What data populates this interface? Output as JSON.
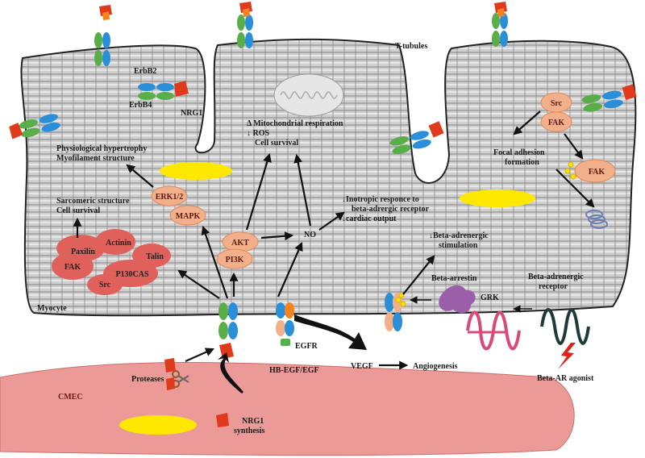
{
  "labels": {
    "t_tubules": "T-tubules",
    "erbb2": "ErbB2",
    "erbb4": "ErbB4",
    "nrg1": "NRG1",
    "mito_1": "Δ Mitochondrial respiration",
    "mito_2": "↓ ROS",
    "mito_3": "Cell survival",
    "hyper_1": "Physiological hypertrophy",
    "hyper_2": "Myofilament structure",
    "sarc_1": "Sarcomeric structure",
    "sarc_2": "Cell survival",
    "inotropic_1": "↓Inotropic responce to",
    "inotropic_2": "beta-adrergic receptor",
    "inotropic_3": "↓cardiac output",
    "no": "NO",
    "beta_stim_1": "↓Beta-adrenergic",
    "beta_stim_2": "stimulation",
    "focal_1": "Focal adhesion",
    "focal_2": "formation",
    "myocyte": "Myocyte",
    "beta_arrestin": "Beta-arrestin",
    "grk": "GRK",
    "beta_receptor_1": "Beta-adrenergic",
    "beta_receptor_2": "receptor",
    "egfr": "EGFR",
    "hb_egf": "HB-EGF/EGF",
    "vegf": "VEGF",
    "angiogenesis": "Angiogenesis",
    "beta_agonist": "Beta-AR agonist",
    "proteases": "Proteases",
    "cmec": "CMEC",
    "nrg1_synth_1": "NRG1",
    "nrg1_synth_2": "synthesis"
  },
  "nodes": {
    "erk": "ERK1/2",
    "mapk": "MAPK",
    "akt": "AKT",
    "pi3k": "PI3K",
    "src_top": "Src",
    "fak_top": "FAK",
    "fak_right": "FAK",
    "paxilin": "Paxilin",
    "actinin": "Actinin",
    "talin": "Talin",
    "fak_red": "FAK",
    "p130": "P130CAS",
    "src_red": "Src"
  },
  "colors": {
    "myocyte_fill": "#d2d2d2",
    "cmec_fill": "#ec9a98",
    "node_fill": "#f2b08a",
    "complex_fill": "#e0615c",
    "nucleus": "#ffe800",
    "receptor_green": "#5aae4a",
    "receptor_blue": "#2a8fd8",
    "ligand_red": "#e03a1c"
  }
}
